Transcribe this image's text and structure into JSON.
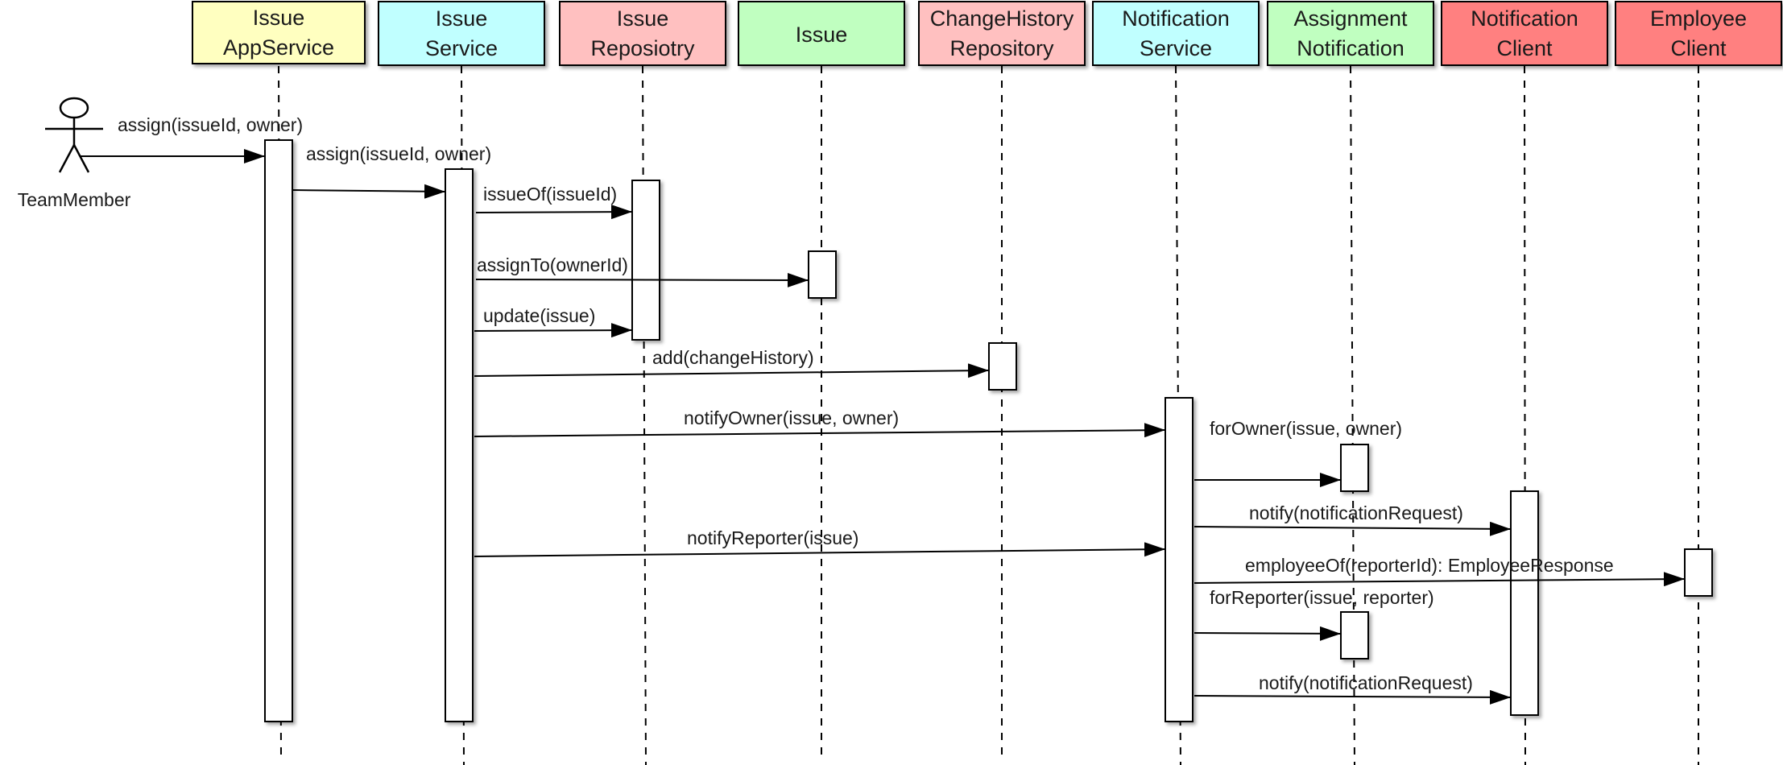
{
  "actor": {
    "name": "TeamMember"
  },
  "participants": [
    {
      "id": "appsvc",
      "lines": [
        "Issue",
        "AppService"
      ],
      "color": "#ffffc0"
    },
    {
      "id": "issvc",
      "lines": [
        "Issue",
        "Service"
      ],
      "color": "#c0ffff"
    },
    {
      "id": "repo",
      "lines": [
        "Issue",
        "Reposiotry"
      ],
      "color": "#ffc0c0"
    },
    {
      "id": "issue",
      "lines": [
        "Issue"
      ],
      "color": "#c0ffc0"
    },
    {
      "id": "chrepo",
      "lines": [
        "ChangeHistory",
        "Repository"
      ],
      "color": "#ffc0c0"
    },
    {
      "id": "notsvc",
      "lines": [
        "Notification",
        "Service"
      ],
      "color": "#c0ffff"
    },
    {
      "id": "assign",
      "lines": [
        "Assignment",
        "Notification"
      ],
      "color": "#c0ffc0"
    },
    {
      "id": "notcli",
      "lines": [
        "Notification",
        "Client"
      ],
      "color": "#ff8080"
    },
    {
      "id": "empcli",
      "lines": [
        "Employee",
        "Client"
      ],
      "color": "#ff8080"
    }
  ],
  "messages": [
    {
      "from": "actor",
      "to": "appsvc",
      "label": "assign(issueId, owner)"
    },
    {
      "from": "appsvc",
      "to": "issvc",
      "label": "assign(issueId, owner)"
    },
    {
      "from": "issvc",
      "to": "repo",
      "label": "issueOf(issueId)"
    },
    {
      "from": "issvc",
      "to": "issue",
      "label": "assignTo(ownerId)"
    },
    {
      "from": "issvc",
      "to": "repo",
      "label": "update(issue)"
    },
    {
      "from": "issvc",
      "to": "chrepo",
      "label": "add(changeHistory)"
    },
    {
      "from": "issvc",
      "to": "notsvc",
      "label": "notifyOwner(issue, owner)"
    },
    {
      "from": "notsvc",
      "to": "assign",
      "label": "forOwner(issue, owner)"
    },
    {
      "from": "notsvc",
      "to": "notcli",
      "label": "notify(notificationRequest)"
    },
    {
      "from": "issvc",
      "to": "notsvc",
      "label": "notifyReporter(issue)"
    },
    {
      "from": "notsvc",
      "to": "empcli",
      "label": "employeeOf(reporterId): EmployeeResponse"
    },
    {
      "from": "notsvc",
      "to": "assign",
      "label": "forReporter(issue, reporter)"
    },
    {
      "from": "notsvc",
      "to": "notcli",
      "label": "notify(notificationRequest)"
    }
  ]
}
